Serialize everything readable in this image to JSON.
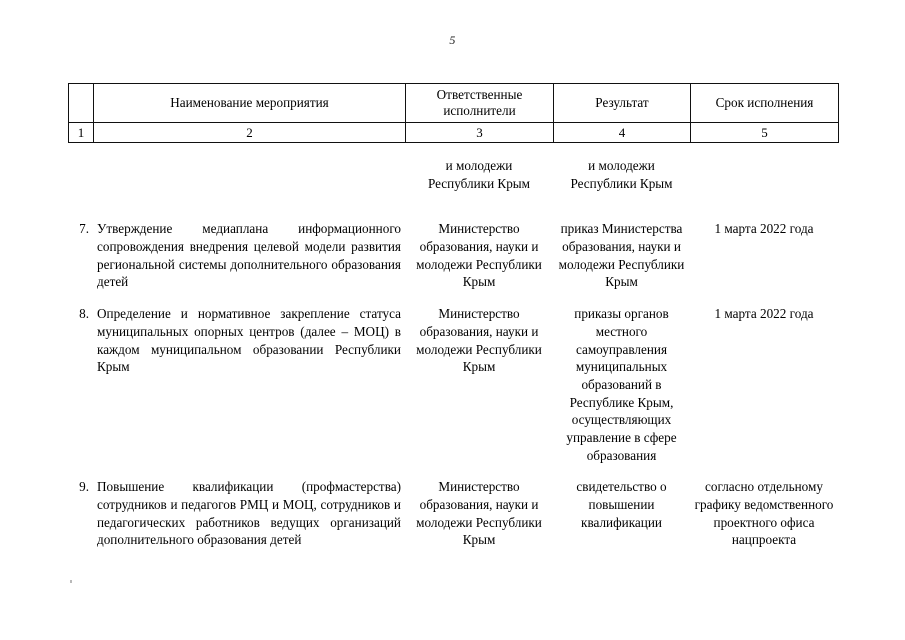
{
  "document": {
    "page_number": "5",
    "language": "ru"
  },
  "table": {
    "headers": [
      {
        "label": ""
      },
      {
        "label": "Наименование мероприятия"
      },
      {
        "label": "Ответственные\nисполнители"
      },
      {
        "label": "Результат"
      },
      {
        "label": "Срок исполнения"
      }
    ],
    "column_indices": [
      "1",
      "2",
      "3",
      "4",
      "5"
    ],
    "continuation_row": {
      "responsible": "и молодежи\nРеспублики Крым",
      "result": "и молодежи\nРеспублики Крым"
    },
    "rows": [
      {
        "number": "7.",
        "measure": "Утверждение медиаплана информационного сопровождения внедрения целевой модели развития региональной системы дополнительного образования детей",
        "responsible": "Министерство образования, науки и молодежи Республики Крым",
        "result": "приказ Министерства образования, науки и молодежи Республики Крым",
        "deadline": "1 марта 2022 года"
      },
      {
        "number": "8.",
        "measure": "Определение и нормативное закрепление статуса муниципальных опорных центров (далее – МОЦ) в каждом муниципальном образовании Республики Крым",
        "responsible": "Министерство образования, науки и молодежи Республики Крым",
        "result": "приказы органов местного самоуправления муниципальных образований в Республике Крым, осуществляющих управление в сфере образования",
        "deadline": "1 марта 2022 года"
      },
      {
        "number": "9.",
        "measure": "Повышение квалификации (профмастерства) сотрудников и педагогов РМЦ и МОЦ, сотрудников и педагогических работников ведущих организаций дополнительного образования детей",
        "responsible": "Министерство образования, науки и молодежи Республики Крым",
        "result": "свидетельство о повышении квалификации",
        "deadline": "согласно отдельному графику ведомственного проектного офиса нацпроекта"
      }
    ]
  }
}
